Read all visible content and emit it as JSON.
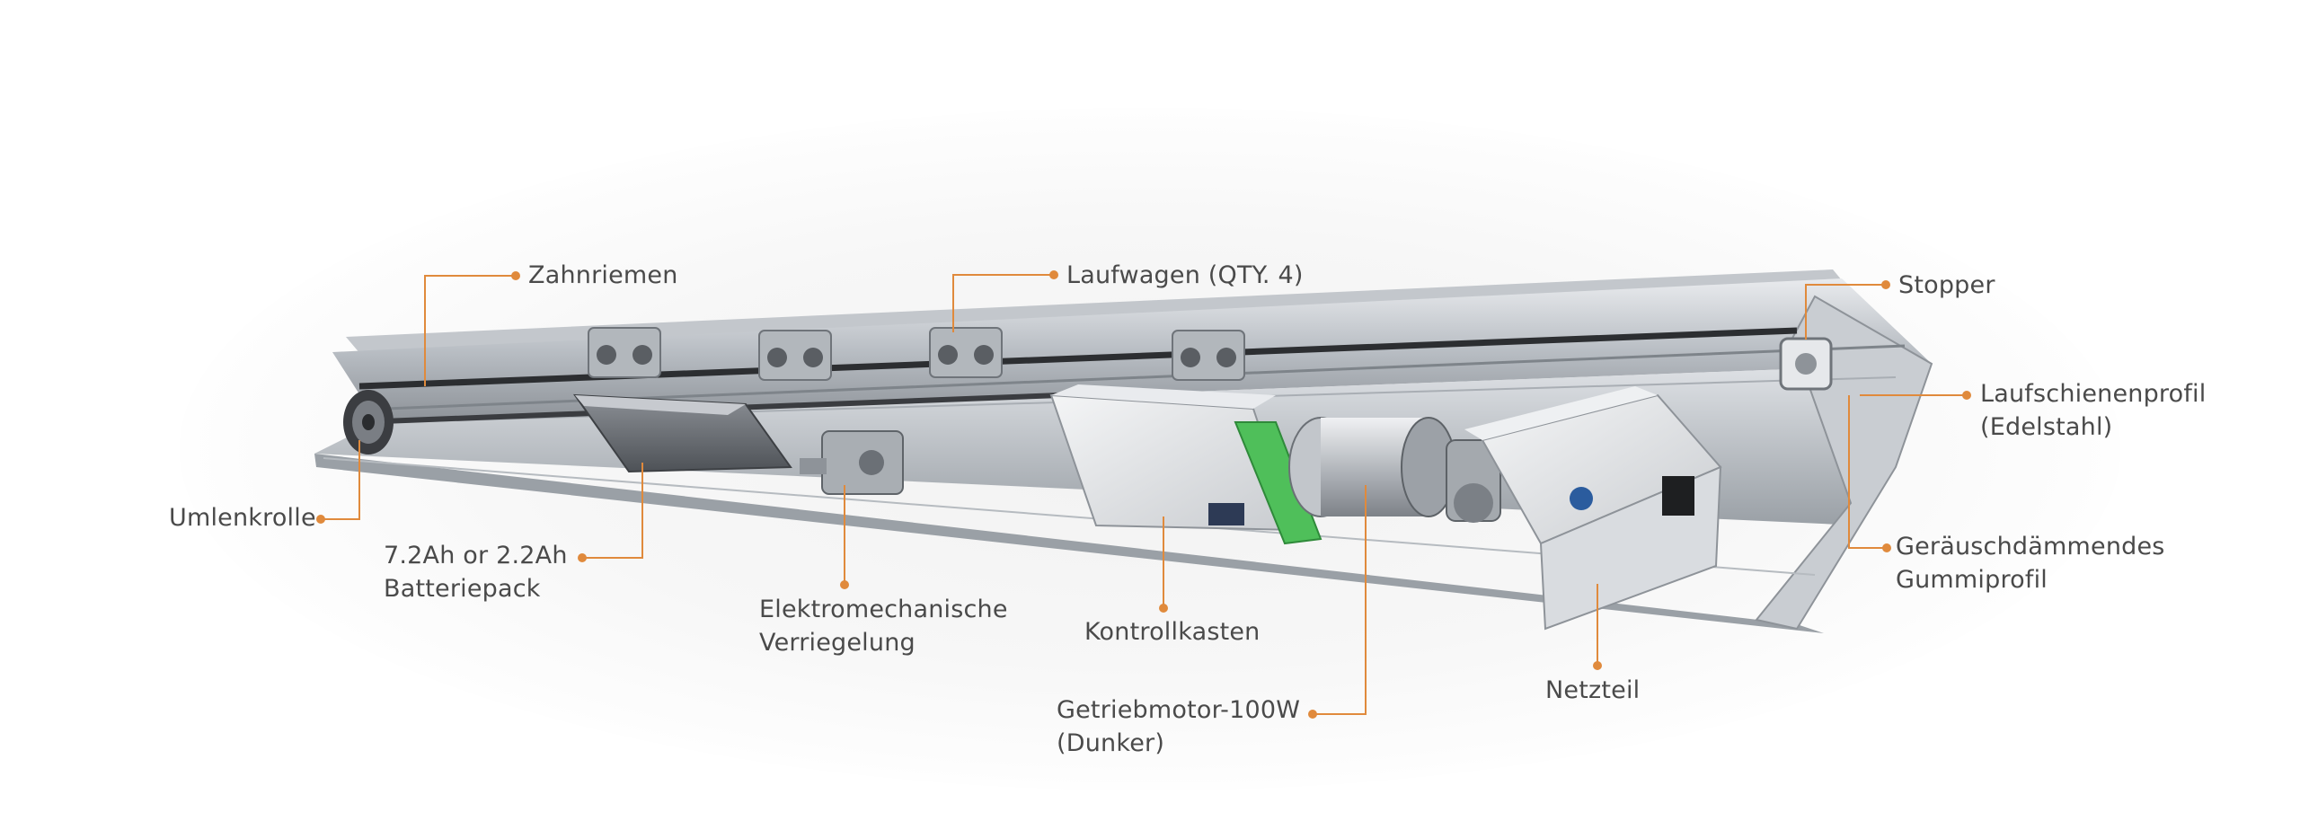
{
  "colors": {
    "accent": "#e08a3c",
    "label_text": "#4a4a4a",
    "rail": "#b8bcc2",
    "rail_dark": "#8e9399",
    "metal": "#d4d7db",
    "pcb_green": "#4fbf5a"
  },
  "labels": {
    "zahnriemen": "Zahnriemen",
    "laufwagen": "Laufwagen (QTY. 4)",
    "stopper": "Stopper",
    "laufschiene_1": "Laufschienenprofil",
    "laufschiene_2": "(Edelstahl)",
    "umlenkrolle": "Umlenkrolle",
    "batterie_1": "7.2Ah or 2.2Ah",
    "batterie_2": "Batteriepack",
    "verriegelung_1": "Elektromechanische",
    "verriegelung_2": "Verriegelung",
    "kontrollkasten": "Kontrollkasten",
    "gummi_1": "Geräuschdämmendes",
    "gummi_2": "Gummiprofil",
    "motor_1": "Getriebmotor-100W",
    "motor_2": "(Dunker)",
    "netzteil": "Netzteil"
  }
}
